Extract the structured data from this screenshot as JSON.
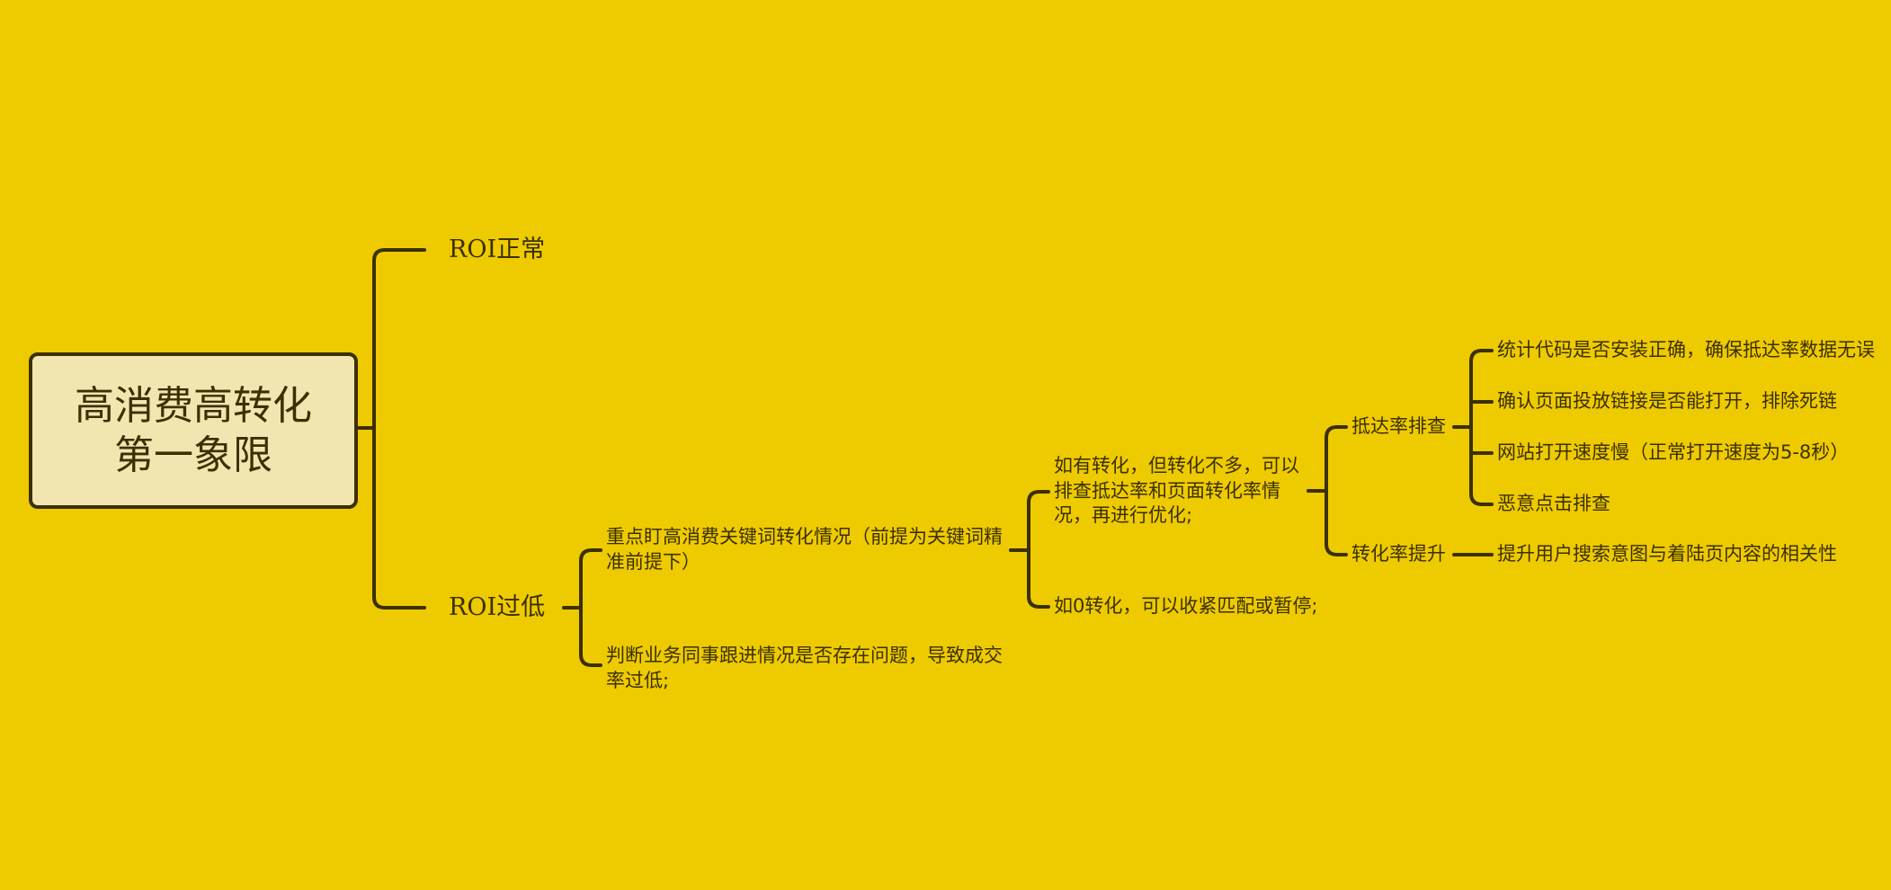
{
  "root": {
    "line1": "高消费高转化",
    "line2": "第一象限"
  },
  "branches": {
    "roi_normal": "ROI正常",
    "roi_low": "ROI过低",
    "focus_keywords": "重点盯高消费关键词转化情况（前提为关键词精准前提下）",
    "check_followup": "判断业务同事跟进情况是否存在问题，导致成交率过低;",
    "some_conversion": "如有转化，但转化不多，可以排查抵达率和页面转化率情况，再进行优化;",
    "zero_conversion": "如0转化，可以收紧匹配或暂停;",
    "reach_rate_check": "抵达率排查",
    "conversion_rate_up": "转化率提升",
    "reach_items": [
      "统计代码是否安装正确，确保抵达率数据无误",
      "确认页面投放链接是否能打开，排除死链",
      "网站打开速度慢（正常打开速度为5-8秒）",
      "恶意点击排查"
    ],
    "conversion_item": "提升用户搜索意图与着陆页内容的相关性"
  }
}
